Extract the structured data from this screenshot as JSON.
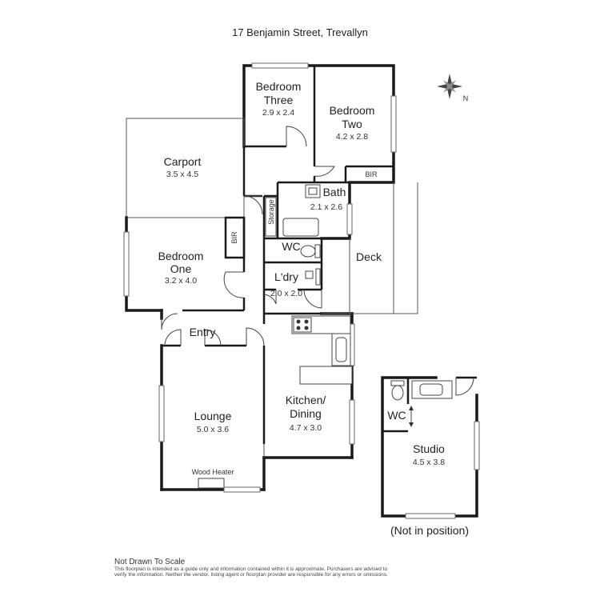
{
  "title": "17 Benjamin Street, Trevallyn",
  "compass": {
    "label": "N",
    "icon": "compass-rose-icon"
  },
  "rooms": {
    "bedroom_three": {
      "name_line1": "Bedroom",
      "name_line2": "Three",
      "dims": "2.9 x 2.4"
    },
    "bedroom_two": {
      "name_line1": "Bedroom",
      "name_line2": "Two",
      "dims": "4.2 x 2.8"
    },
    "carport": {
      "name": "Carport",
      "dims": "3.5 x 4.5"
    },
    "bedroom_one": {
      "name_line1": "Bedroom",
      "name_line2": "One",
      "dims": "3.2 x 4.0"
    },
    "bath": {
      "name": "Bath",
      "dims": "2.1 x 2.6"
    },
    "wc": {
      "name": "WC"
    },
    "laundry": {
      "name": "L'dry",
      "dims": "2.0 x 2.0"
    },
    "deck": {
      "name": "Deck"
    },
    "entry": {
      "name": "Entry"
    },
    "lounge": {
      "name": "Lounge",
      "dims": "5.0 x 3.6"
    },
    "kitchen_dining": {
      "name_line1": "Kitchen/",
      "name_line2": "Dining",
      "dims": "4.7 x 3.0"
    },
    "studio": {
      "name": "Studio",
      "dims": "4.5 x 3.8"
    },
    "studio_wc": {
      "name": "WC"
    }
  },
  "labels": {
    "bir_bedroom_two": "BIR",
    "bir_bedroom_one": "BIR",
    "storage": "Storage",
    "wood_heater": "Wood Heater",
    "studio_note": "(Not in position)"
  },
  "footer": {
    "heading": "Not Drawn To Scale",
    "line1": "This floorplan is intended as a guide only and information contained within it is approximate. Purchasers are advised to",
    "line2": "verify the information. Neither the vendor, listing agent or floorplan provider are responsible for any errors or omissions."
  }
}
